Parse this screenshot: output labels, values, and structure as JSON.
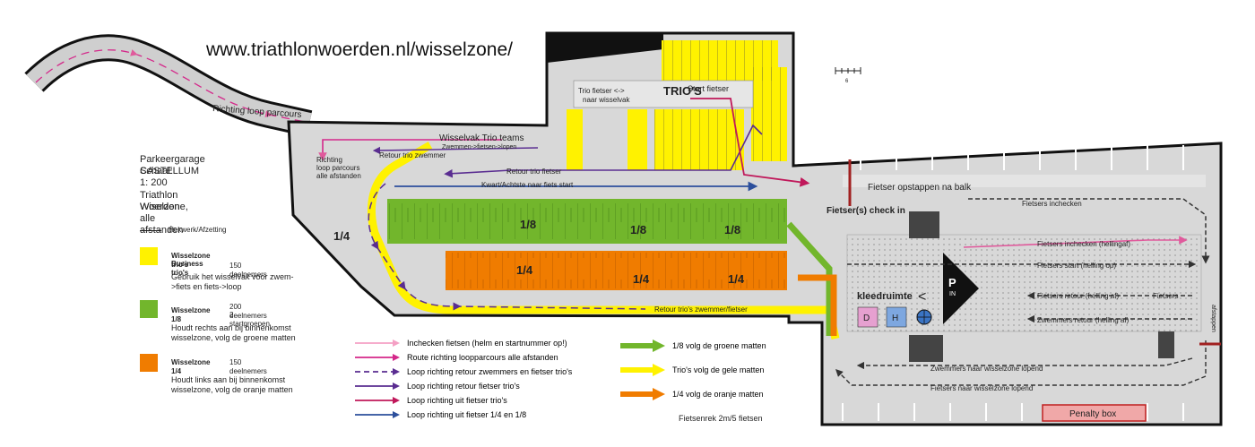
{
  "url": "www.triathlonwoerden.nl/wisselzone/",
  "info": {
    "garage": "Parkeergarage CASTELLUM",
    "scale": "Schaal: 1: 200",
    "event": "Triathlon Woerden",
    "subtitle": "Wiselzone, alle afstanden"
  },
  "legend": {
    "fence": "Hekwerk/Afzetting",
    "trio": {
      "name": "Wisselzone trio's",
      "name2": "Business trio's",
      "count": "150 deelnemers",
      "desc": "Gebruik het wisselvak voor zwem->fiets en fiets->loop",
      "color": "#fff200"
    },
    "z18": {
      "name": "Wisselzone 1/8",
      "count": "200 deelnemers",
      "count2": "2 startgroepen",
      "desc": "Houdt rechts aan bij binnenkomst wisselzone, volg de groene matten",
      "color": "#72b62c"
    },
    "z14": {
      "name": "Wisselzone 1/4",
      "count": "150 deelnemers",
      "desc": "Houdt links aan bij binnenkomst wisselzone, volg de oranje matten",
      "color": "#f07c00"
    }
  },
  "routes": [
    {
      "label": "Inchecken fietsen (helm en startnummer op!)",
      "color": "#f4a0c4"
    },
    {
      "label": "Route richting loopparcours alle afstanden",
      "color": "#d4288a"
    },
    {
      "label": "Loop richting retour zwemmers en fietser trio's",
      "color": "#5a2d91"
    },
    {
      "label": "Loop richting retour fietser trio's",
      "color": "#5a2d91"
    },
    {
      "label": "Loop richting uit fietser trio's",
      "color": "#c0185a"
    },
    {
      "label": "Loop richting uit fietser 1/4    en 1/8",
      "color": "#2c4f9c"
    }
  ],
  "mats": [
    {
      "label": "1/8 volg de groene matten",
      "color": "#72b62c"
    },
    {
      "label": "Trio's volg de gele matten",
      "color": "#fff200"
    },
    {
      "label": "1/4 volg de oranje matten",
      "color": "#f07c00"
    }
  ],
  "rack_note": "Fietsenrek 2m/5 fietsen",
  "map": {
    "loop_parcours": "Richting loop parcours",
    "wisselvak_trio": "Wisselvak Trio teams",
    "wisselvak_trio_sub": "Zwemmen->fietsen->lopen",
    "richting_loop": [
      "Richting",
      "loop parcours",
      "alle afstanden"
    ],
    "trios": "TRIO'S",
    "trio_fietser": [
      "Trio fietser <->",
      "naar wisselvak"
    ],
    "start_fietser": "Start fietser",
    "retour_trio_zwemmer": "Retour trio zwemmer",
    "retour_trio_fietser": "Retour trio fietser",
    "kwart_achtste": "Kwart/Achtste naar fiets start",
    "eighth": "1/8",
    "quarter": "1/4",
    "retour_trios_zwemmer_fietser": "Retour trio's zwemmer/fietser",
    "fietser_opstappen": "Fietser opstappen na balk",
    "fietser_check_in": "Fietser(s) check in",
    "fietsers_inchecken": "Fietsers inchecken",
    "fietsers_inchecken_helling": "Fietsers inchecken (hellingaf)",
    "fietsers_start": "Fietsers start (helling op)",
    "fietsers_retour": "Fietsers retour (helling af)",
    "fietsers": "Fietsers",
    "afstappen": "afstappen",
    "zwemmers_retour": "Zwemmers retour (helling af)",
    "zwemmers_naar": "Zwemmers naar wisselzone lopend",
    "fietsers_naar": "Fietsers naar wisselzone lopend",
    "kleedruimte": "kleedruimte",
    "lt": "<",
    "d": "D",
    "h": "H",
    "p": "P",
    "in": "IN",
    "penalty": "Penalty box",
    "scale_mark": "6"
  }
}
